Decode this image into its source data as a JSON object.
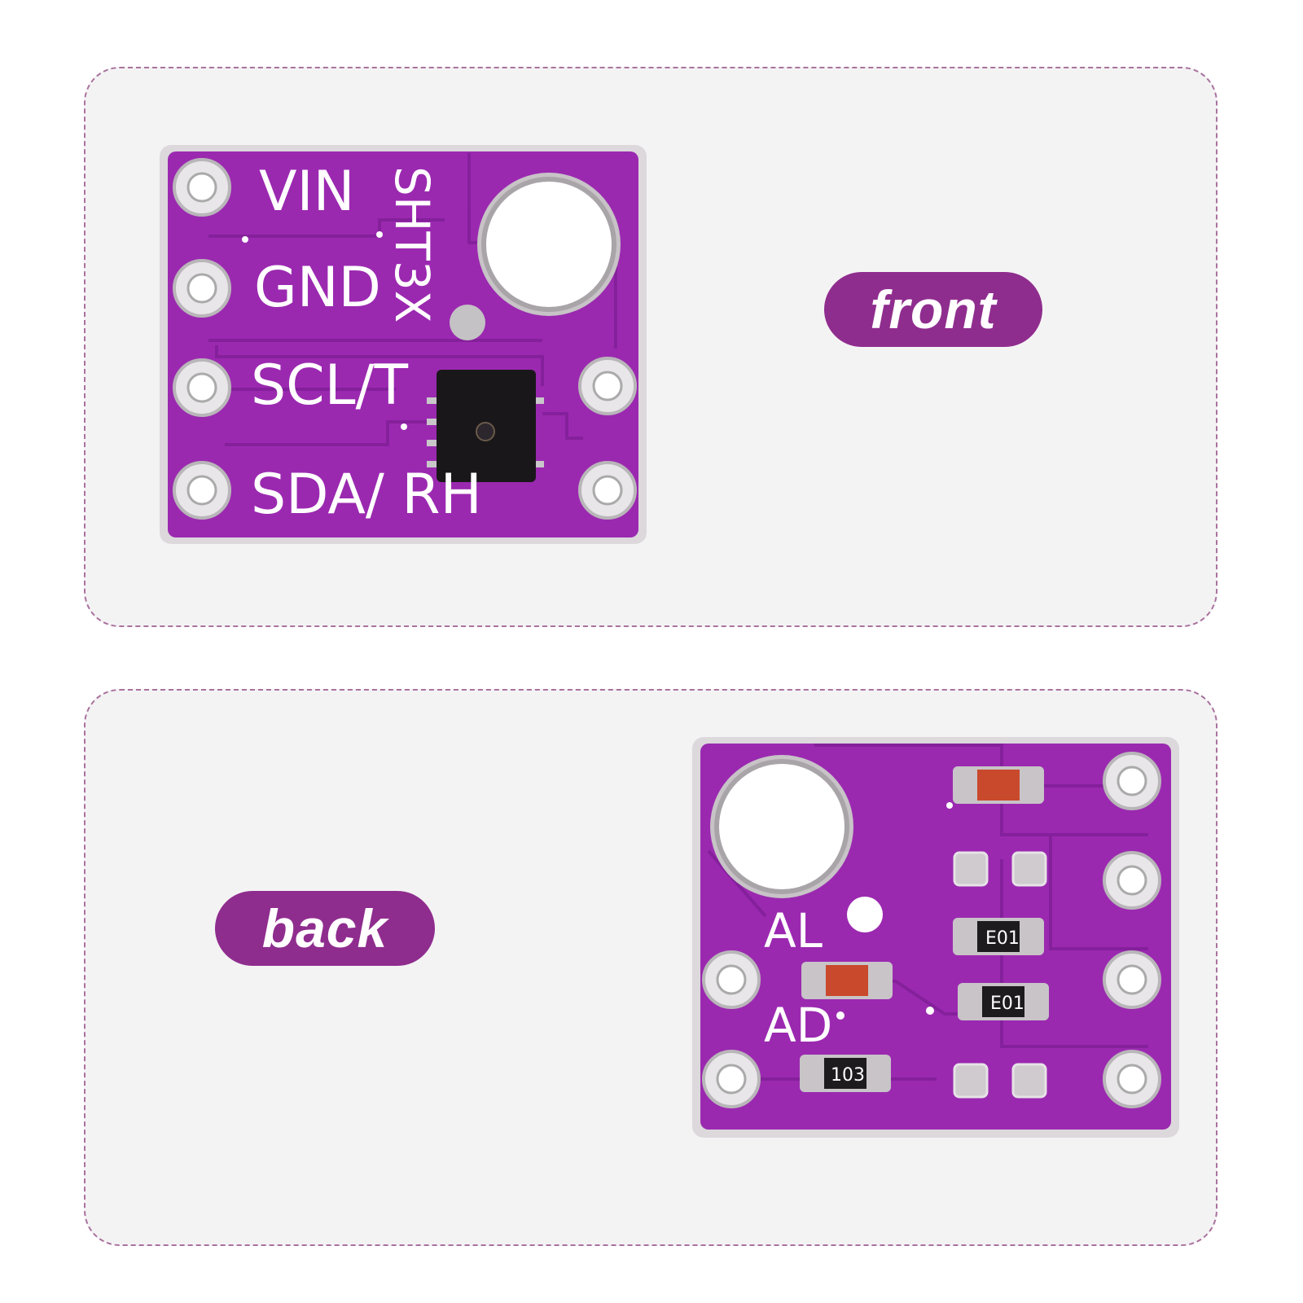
{
  "colors": {
    "panel_bg": "#f4f3f4",
    "panel_border": "#a9729e",
    "pill_bg": "#8f2d8e",
    "pcb_purple": "#9b29b0"
  },
  "front": {
    "badge": "front",
    "pins": [
      "VIN",
      "GND",
      "SCL/T",
      "SDA/ RH"
    ],
    "chip_label": "SHT3X"
  },
  "back": {
    "badge": "back",
    "labels": [
      "AL",
      "AD"
    ],
    "resistor_codes": [
      "E01",
      "E01",
      "103"
    ]
  }
}
